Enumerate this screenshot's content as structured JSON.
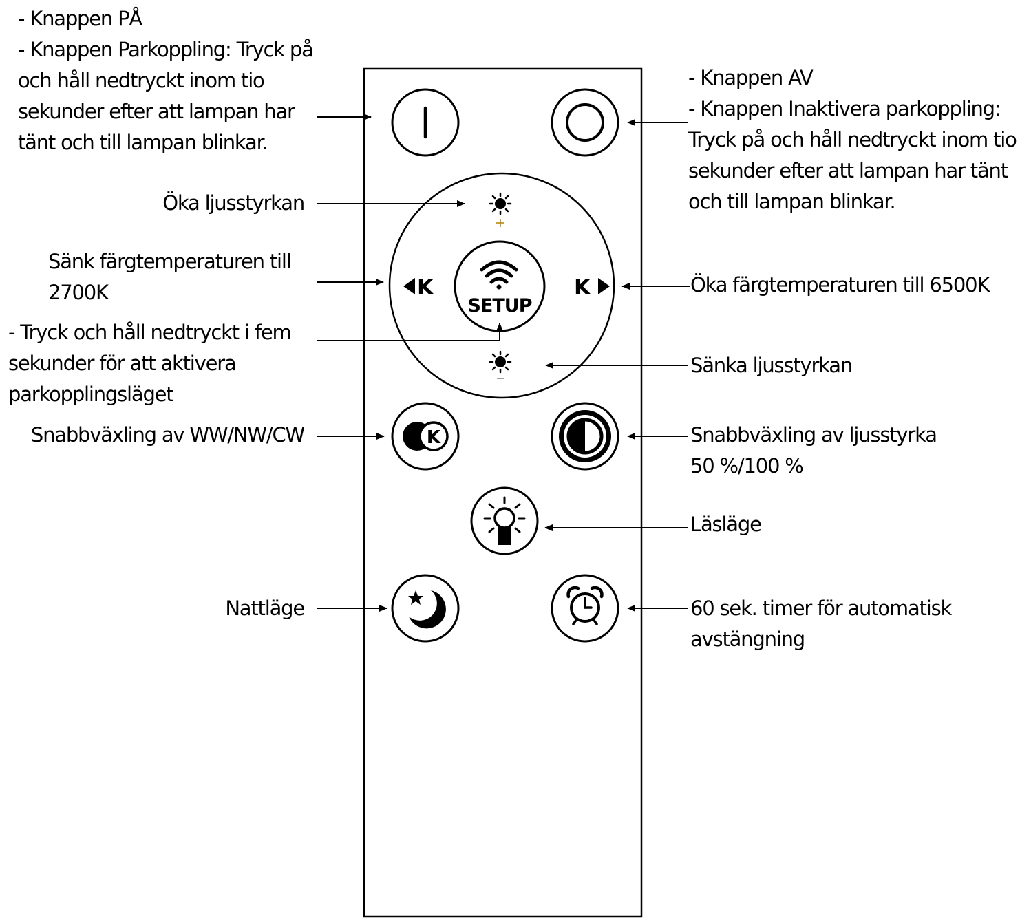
{
  "labels": {
    "on": [
      "- Knappen PÅ",
      "- Knappen Parkoppling: Tryck på",
      "och håll nedtryckt inom tio",
      "sekunder efter att lampan har",
      "tänt och till lampan blinkar."
    ],
    "off": [
      "- Knappen AV",
      "- Knappen Inaktivera parkoppling:",
      "Tryck på och håll nedtryckt inom tio",
      "sekunder efter att lampan har tänt",
      "och till lampan blinkar."
    ],
    "bright_up": [
      "Öka ljusstyrkan"
    ],
    "temp_down": [
      "Sänk färgtemperaturen till",
      "2700K"
    ],
    "temp_up": [
      "Öka färgtemperaturen till 6500K"
    ],
    "setup": [
      "- Tryck och håll nedtryckt i fem",
      "sekunder för att aktivera",
      "parkopplingsläget"
    ],
    "bright_down": [
      "Sänka ljusstyrkan"
    ],
    "ww_toggle": [
      "Snabbväxling av WW/NW/CW"
    ],
    "brightness_toggle": [
      "Snabbväxling av ljusstyrka",
      "50 %/100 %"
    ],
    "reading": [
      "Läsläge"
    ],
    "night": [
      "Nattläge"
    ],
    "timer": [
      "60 sek. timer för automatisk",
      "avstängning"
    ]
  },
  "remote": {
    "setup_text": "SETUP",
    "k_left": "K",
    "k_right": "K",
    "k_mode": "K"
  },
  "icons": [
    "power-on-icon",
    "power-off-icon",
    "brightness-up-icon",
    "brightness-down-icon",
    "wifi-icon",
    "color-temperature-icon",
    "half-circle-icon",
    "reading-lamp-icon",
    "moon-star-icon",
    "alarm-clock-icon"
  ]
}
